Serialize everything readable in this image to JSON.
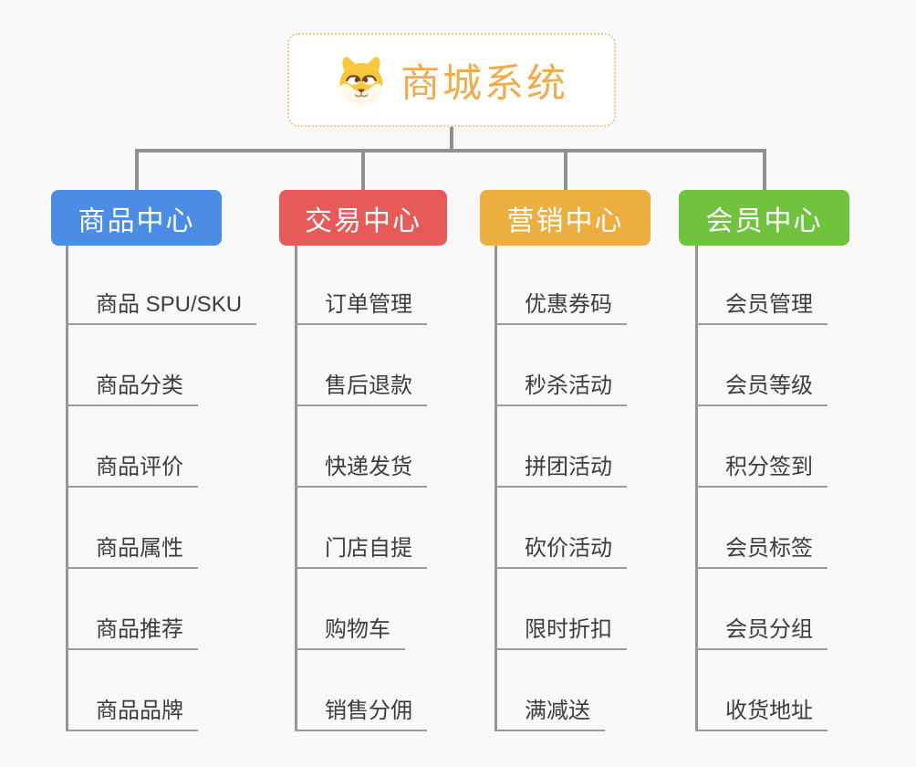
{
  "root": {
    "title": "商城系统",
    "icon": "shiba-dog-icon"
  },
  "branches": [
    {
      "label": "商品中心",
      "color": "#4B8DE4",
      "children": [
        "商品 SPU/SKU",
        "商品分类",
        "商品评价",
        "商品属性",
        "商品推荐",
        "商品品牌"
      ]
    },
    {
      "label": "交易中心",
      "color": "#E65A5A",
      "children": [
        "订单管理",
        "售后退款",
        "快递发货",
        "门店自提",
        "购物车",
        "销售分佣"
      ]
    },
    {
      "label": "营销中心",
      "color": "#ECAD41",
      "children": [
        "优惠券码",
        "秒杀活动",
        "拼团活动",
        "砍价活动",
        "限时折扣",
        "满减送"
      ]
    },
    {
      "label": "会员中心",
      "color": "#71C23E",
      "children": [
        "会员管理",
        "会员等级",
        "积分签到",
        "会员标签",
        "会员分组",
        "收货地址"
      ]
    }
  ],
  "colors": {
    "background": "#F8F8F8",
    "root_accent": "#F0AC4B",
    "root_border": "#F0C584",
    "connector": "#8F8F8F",
    "leaf_underline": "#9B9B9B",
    "leaf_text": "#3D3D3D"
  }
}
